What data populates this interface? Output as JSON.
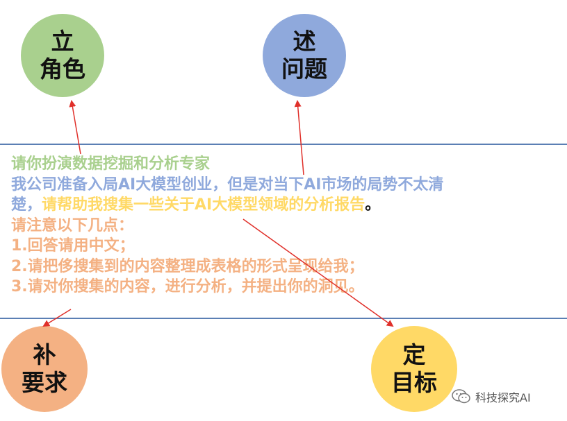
{
  "circles": {
    "role": {
      "line1": "立",
      "line2": "角色"
    },
    "problem": {
      "line1": "述",
      "line2": "问题"
    },
    "requirements": {
      "line1": "补",
      "line2": "要求"
    },
    "goal": {
      "line1": "定",
      "line2": "目标"
    }
  },
  "prompt": {
    "role_line": "请你扮演数据挖掘和分析专家",
    "problem_line1": "我公司准备入局AI大模型创业，但是对当下AI市场的局势不太清",
    "problem_line2": "楚，",
    "goal_text": "请帮助我搜集一些关于AI大模型领域的分析报告",
    "period": "。",
    "req_title": "请注意以下几点：",
    "req_items": [
      "1.回答请用中文；",
      "2.请把侈搜集到的内容整理成表格的形式呈现给我；",
      "3.请对你搜集的内容，进行分析，并提出你的洞见。"
    ]
  },
  "watermark": {
    "text": "科技探究AI",
    "icon": "wechat-icon"
  },
  "colors": {
    "role": "#a9d08e",
    "problem": "#8fa9dc",
    "requirements": "#f4b183",
    "goal": "#ffd966",
    "divider": "#5b7fb4",
    "arrow": "#e0302a"
  }
}
